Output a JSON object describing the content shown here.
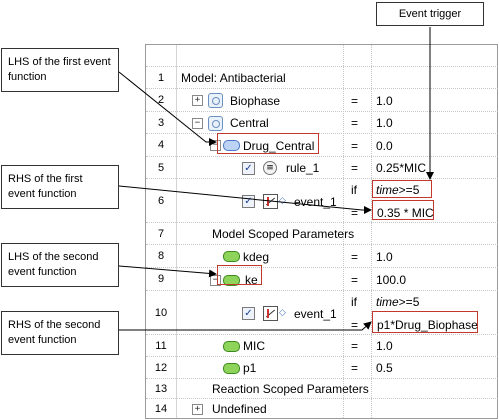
{
  "callouts": {
    "event_trigger": "Event trigger",
    "lhs_first": "LHS of the first event function",
    "rhs_first": "RHS of the first event function",
    "lhs_second": "LHS of the second event function",
    "rhs_second": "RHS of the second event function"
  },
  "rows": [
    {
      "num": "1",
      "label": "Model: Antibacterial"
    },
    {
      "num": "2",
      "label": "Biophase",
      "eq": "=",
      "value": "1.0"
    },
    {
      "num": "3",
      "label": "Central",
      "eq": "=",
      "value": "1.0"
    },
    {
      "num": "4",
      "label": "Drug_Central",
      "eq": "=",
      "value": "0.0"
    },
    {
      "num": "5",
      "label": "rule_1",
      "eq": "=",
      "value": "0.25*MIC"
    },
    {
      "num": "6",
      "label": "event_1",
      "if": "if",
      "trigger_var": "time",
      "trigger_rest": ">=5",
      "eq": "=",
      "value": "0.35 * MIC"
    },
    {
      "num": "7",
      "label": "Model Scoped Parameters"
    },
    {
      "num": "8",
      "label": "kdeg",
      "eq": "=",
      "value": "1.0"
    },
    {
      "num": "9",
      "label": "ke",
      "eq": "=",
      "value": "100.0"
    },
    {
      "num": "10",
      "label": "event_1",
      "if": "if",
      "trigger_var": "time",
      "trigger_rest": ">=5",
      "eq": "=",
      "value": "p1*Drug_Biophase"
    },
    {
      "num": "11",
      "label": "MIC",
      "eq": "=",
      "value": "1.0"
    },
    {
      "num": "12",
      "label": "p1",
      "eq": "=",
      "value": "0.5"
    },
    {
      "num": "13",
      "label": "Reaction Scoped Parameters"
    },
    {
      "num": "14",
      "label": "Undefined"
    }
  ],
  "glyphs": {
    "plus": "+",
    "minus": "−",
    "check": "✓",
    "equiv": "≡",
    "diamond": "◇"
  }
}
